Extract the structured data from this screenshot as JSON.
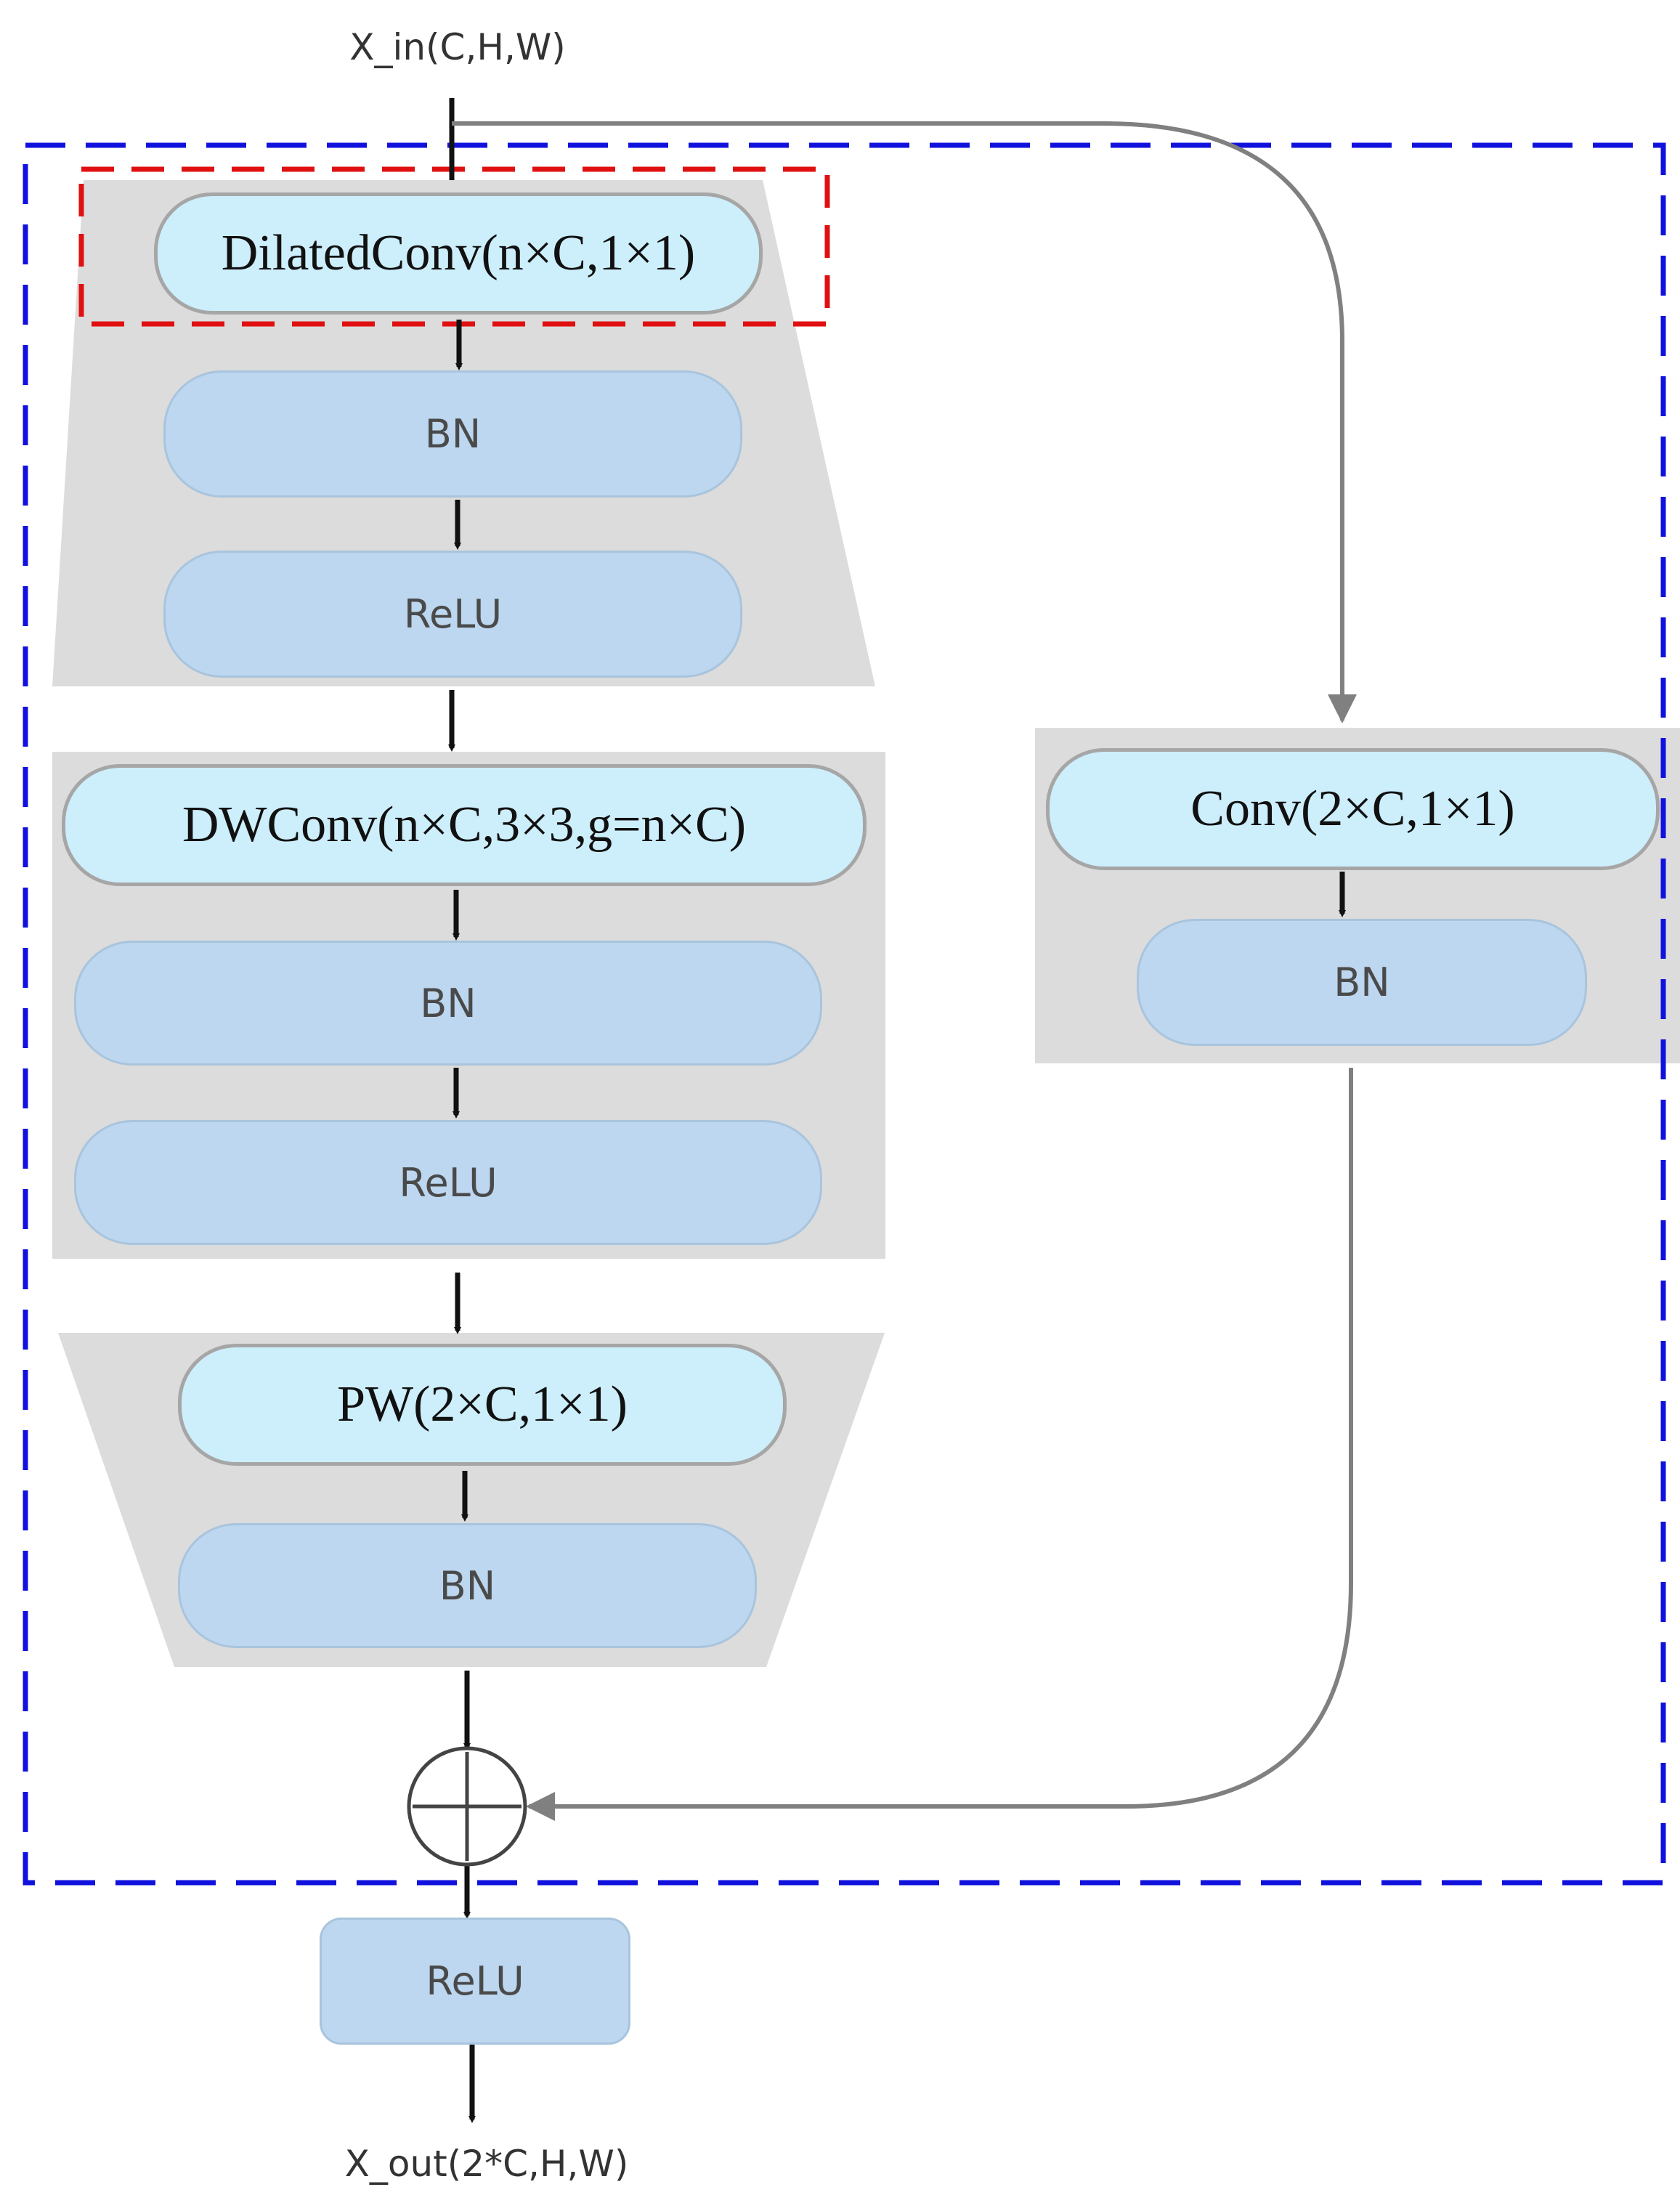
{
  "input_label": "X_in(C,H,W)",
  "output_label": "X_out(2*C,H,W)",
  "branch_main": {
    "stage1": [
      "DilatedConv(n×C,1×1)",
      "BN",
      "ReLU"
    ],
    "stage2": [
      "DWConv(n×C,3×3,g=n×C)",
      "BN",
      "ReLU"
    ],
    "stage3": [
      "PW(2×C,1×1)",
      "BN"
    ]
  },
  "branch_shortcut": [
    "Conv(2×C,1×1)",
    "BN"
  ],
  "final_activation": "ReLU",
  "colors": {
    "panel": "#dcdcdc",
    "node_sans": "#bcd7ef",
    "node_serif": "#cdeefb",
    "blue_dash": "#1111dd",
    "red_dash": "#e01010",
    "arrow": "#808080"
  }
}
